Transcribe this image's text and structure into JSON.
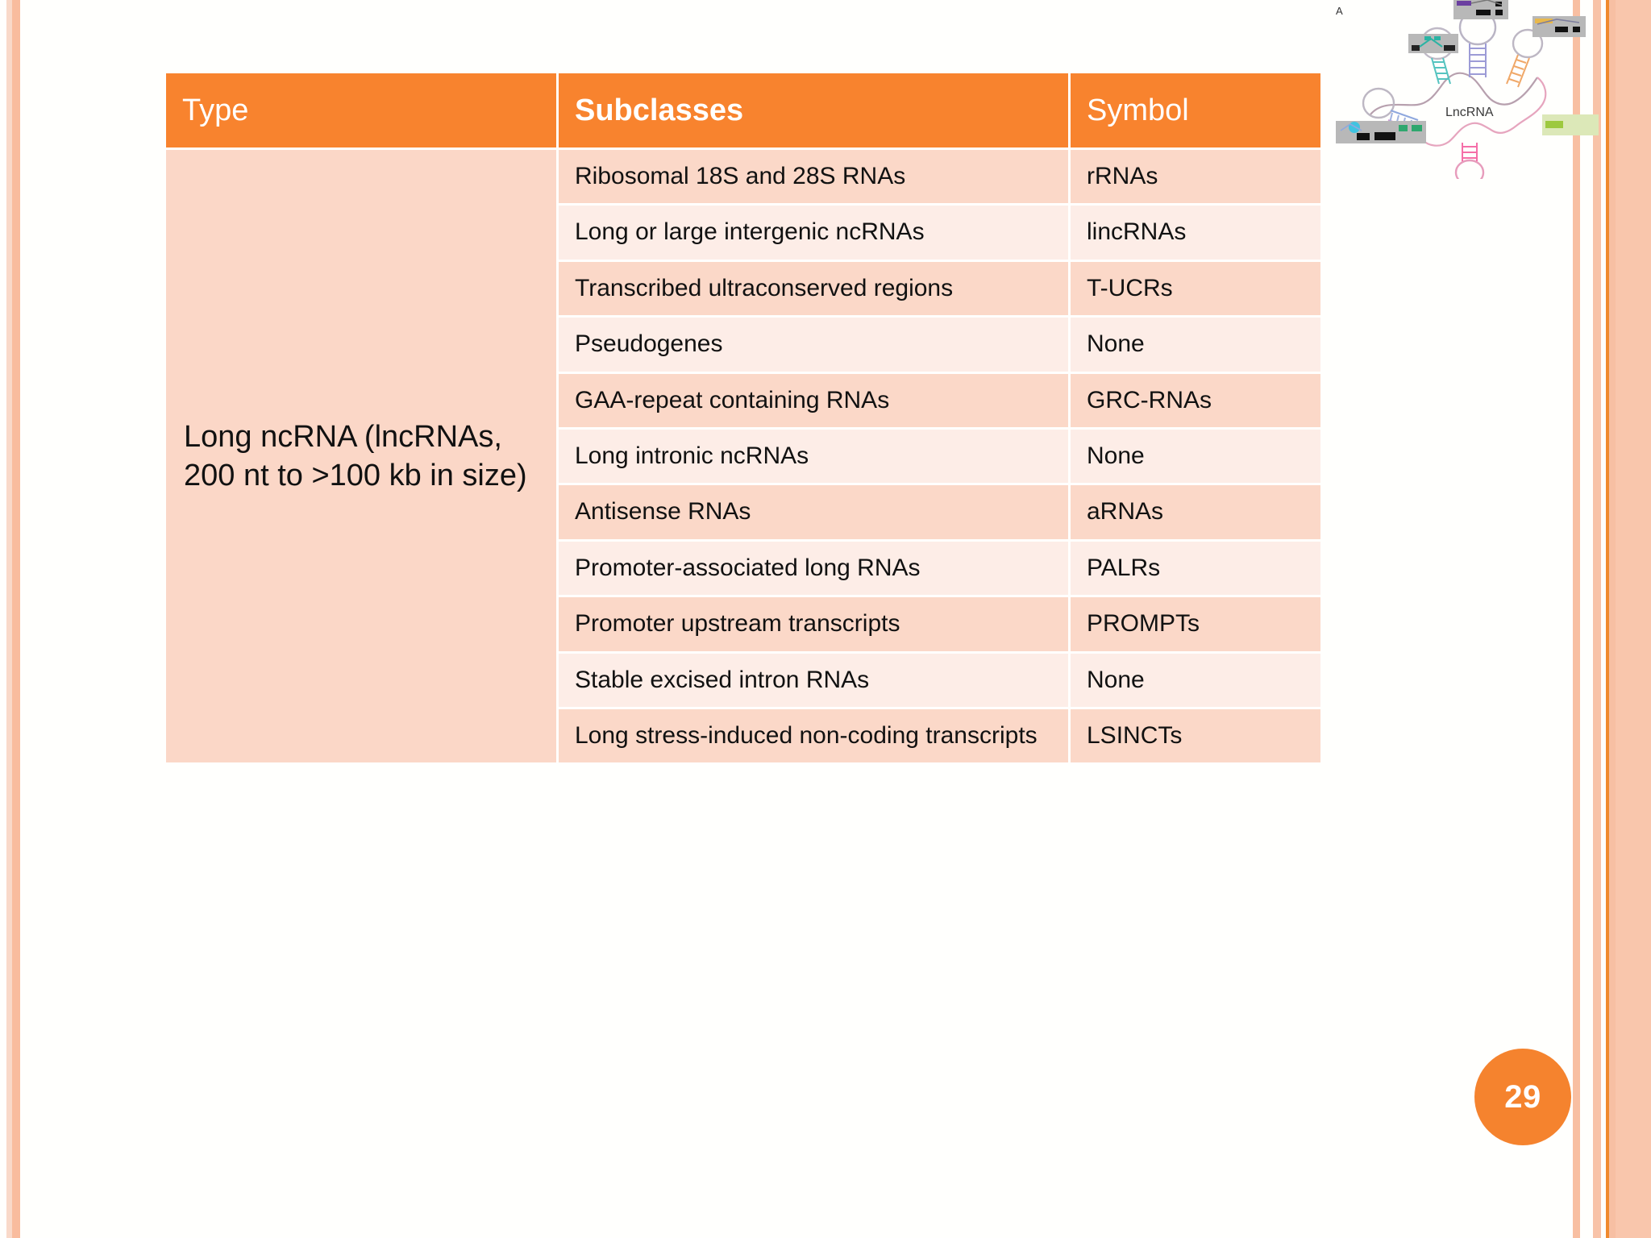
{
  "slide": {
    "page_number": "29",
    "accent_color": "#F8832E",
    "row_color_dark": "#FBD8C8",
    "row_color_light": "#FDEDE7",
    "type_cell_color": "#FBD7C7"
  },
  "figure": {
    "label": "LncRNA",
    "corner_label": "A"
  },
  "table": {
    "headers": {
      "type": "Type",
      "subclasses": "Subclasses",
      "symbol": "Symbol"
    },
    "type_label": "Long ncRNA (lncRNAs, 200 nt to >100 kb in size)",
    "rows": [
      {
        "subclass": "Ribosomal 18S and 28S RNAs",
        "symbol": "rRNAs"
      },
      {
        "subclass": "Long or large intergenic ncRNAs",
        "symbol": "lincRNAs"
      },
      {
        "subclass": "Transcribed ultraconserved regions",
        "symbol": "T-UCRs"
      },
      {
        "subclass": "Pseudogenes",
        "symbol": "None"
      },
      {
        "subclass": "GAA-repeat containing RNAs",
        "symbol": "GRC-RNAs"
      },
      {
        "subclass": "Long intronic ncRNAs",
        "symbol": "None"
      },
      {
        "subclass": "Antisense RNAs",
        "symbol": "aRNAs"
      },
      {
        "subclass": "Promoter-associated long RNAs",
        "symbol": "PALRs"
      },
      {
        "subclass": "Promoter upstream transcripts",
        "symbol": "PROMPTs"
      },
      {
        "subclass": "Stable excised intron RNAs",
        "symbol": "None"
      },
      {
        "subclass": "Long stress-induced non-coding transcripts",
        "symbol": "LSINCTs"
      }
    ]
  }
}
